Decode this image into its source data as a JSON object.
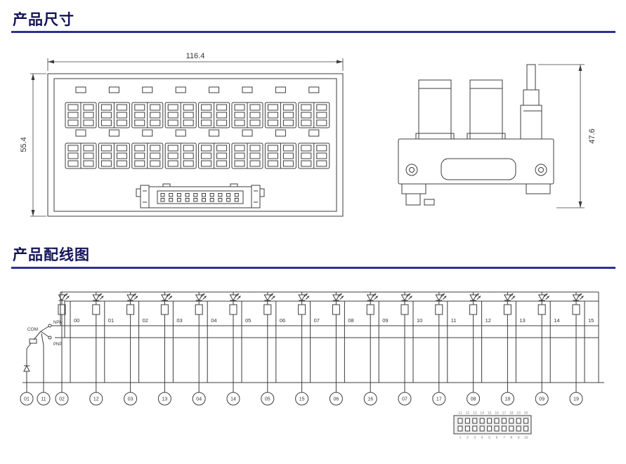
{
  "sections": {
    "dimensions_title": "产品尺寸",
    "wiring_title": "产品配线图",
    "accent_color": "#2e3192"
  },
  "dimension_drawing": {
    "width_label": "116.4",
    "height_label": "55.4",
    "side_height_label": "47.6"
  },
  "wiring_diagram": {
    "com_label": "COM",
    "npn_label": "NPN",
    "pnp_label": "PNP",
    "channel_labels": [
      "00",
      "01",
      "02",
      "03",
      "04",
      "05",
      "06",
      "07",
      "08",
      "09",
      "10",
      "11",
      "12",
      "13",
      "14",
      "15"
    ],
    "terminal_labels": [
      "01",
      "11",
      "02",
      "12",
      "03",
      "13",
      "04",
      "14",
      "05",
      "15",
      "06",
      "16",
      "07",
      "17",
      "08",
      "18",
      "09",
      "19"
    ],
    "connector": {
      "top_pins": [
        "11",
        "12",
        "13",
        "14",
        "15",
        "16",
        "17",
        "18",
        "19",
        "20"
      ],
      "bottom_pins": [
        "1",
        "2",
        "3",
        "4",
        "5",
        "6",
        "7",
        "8",
        "9",
        "10"
      ]
    }
  }
}
